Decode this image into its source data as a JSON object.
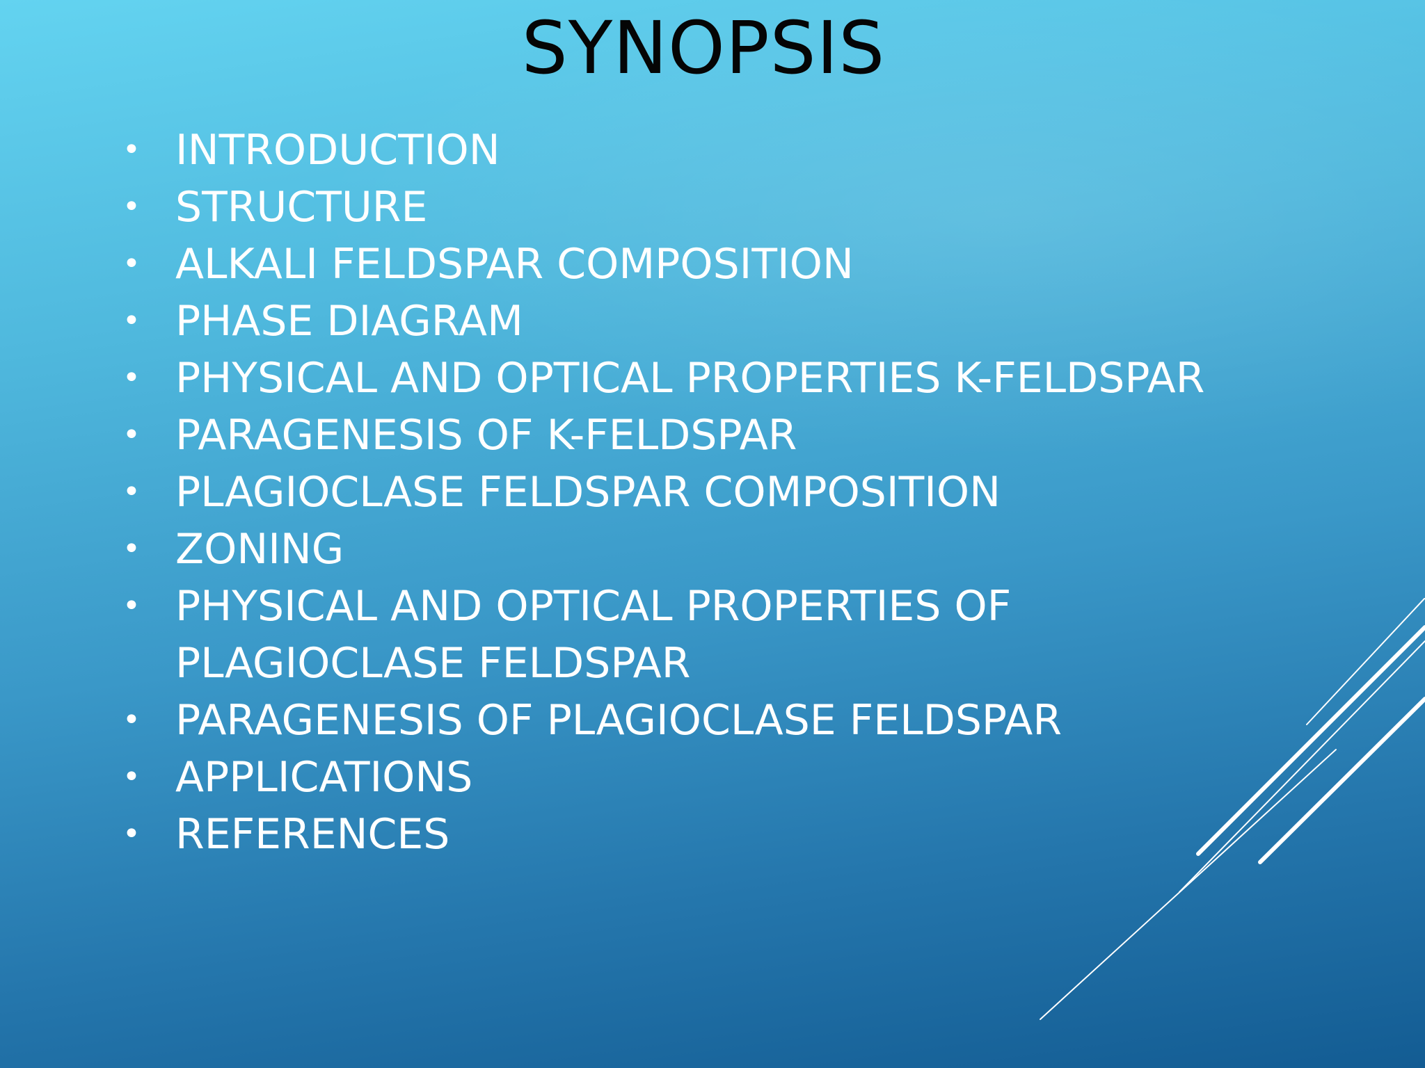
{
  "slide": {
    "title": "SYNOPSIS",
    "items": [
      {
        "label": "INTRODUCTION"
      },
      {
        "label": "STRUCTURE"
      },
      {
        "label": "ALKALI FELDSPAR COMPOSITION"
      },
      {
        "label": "PHASE DIAGRAM"
      },
      {
        "label": "PHYSICAL AND OPTICAL PROPERTIES K-FELDSPAR"
      },
      {
        "label": "PARAGENESIS OF K-FELDSPAR"
      },
      {
        "label": "PLAGIOCLASE FELDSPAR COMPOSITION"
      },
      {
        "label": "ZONING"
      },
      {
        "label": "PHYSICAL AND OPTICAL PROPERTIES OF PLAGIOCLASE FELDSPAR"
      },
      {
        "label": "PARAGENESIS OF PLAGIOCLASE FELDSPAR"
      },
      {
        "label": "APPLICATIONS"
      },
      {
        "label": "REFERENCES"
      }
    ],
    "colors": {
      "background_top": "#63d3f0",
      "background_bottom": "#135c93",
      "title_text": "#050505",
      "body_text": "#ffffff"
    }
  }
}
